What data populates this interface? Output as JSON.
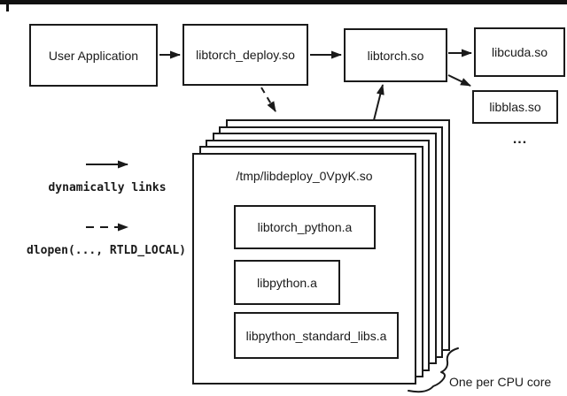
{
  "nodes": {
    "user_application": "User Application",
    "libtorch_deploy": "libtorch_deploy.so",
    "libtorch": "libtorch.so",
    "libcuda": "libcuda.so",
    "libblas": "libblas.so",
    "more_libs_ellipsis": "..."
  },
  "interpreter_stack": {
    "title": "/tmp/libdeploy_0VpyK.so",
    "libs": [
      "libtorch_python.a",
      "libpython.a",
      "libpython_standard_libs.a"
    ],
    "annotation": "One per CPU core"
  },
  "legend": {
    "solid_arrow_label": "dynamically links",
    "dashed_arrow_label": "dlopen(..., RTLD_LOCAL)"
  },
  "colors": {
    "ink": "#1a1a1a",
    "background": "#ffffff"
  }
}
